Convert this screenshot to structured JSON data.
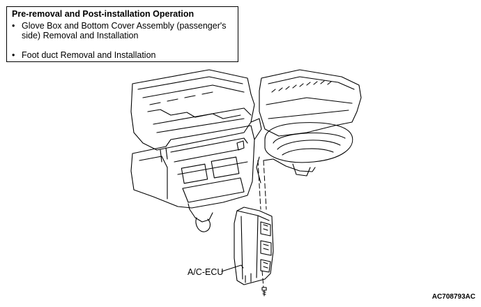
{
  "operation_box": {
    "title": "Pre-removal and Post-installation Operation",
    "items": [
      {
        "text": "Glove Box and Bottom Cover Assembly (passenger's side) Removal and Installation"
      },
      {
        "text": "Foot duct Removal and Installation"
      }
    ]
  },
  "callouts": {
    "ac_ecu": "A/C-ECU"
  },
  "figure_code": "AC708793AC",
  "icons": {
    "bullet": "bullet-dot-icon",
    "bolt": "bolt-icon"
  },
  "colors": {
    "line": "#000000",
    "background": "#ffffff"
  }
}
